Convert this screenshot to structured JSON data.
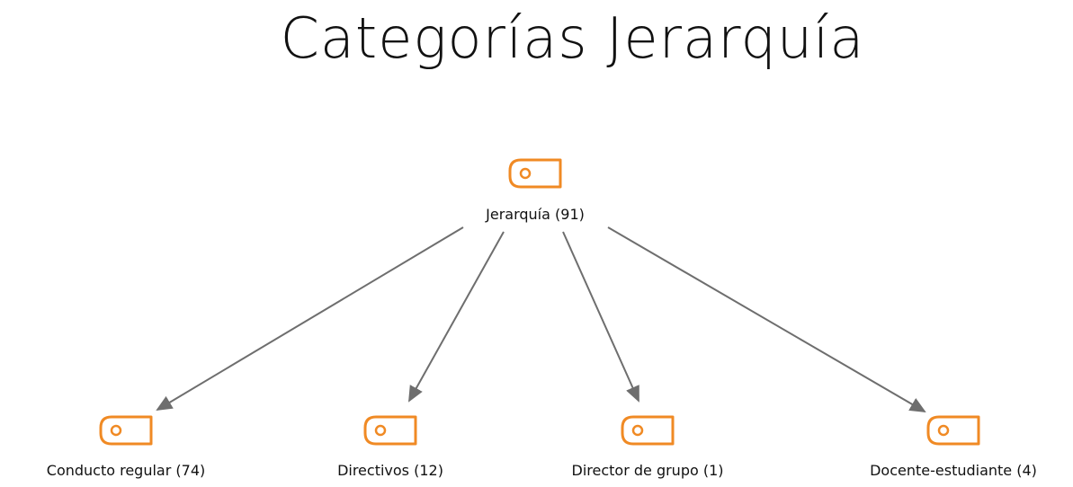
{
  "title": "Categorías Jerarquía",
  "colors": {
    "tag_icon": "#F08A24",
    "edge": "#6E6E6E",
    "text": "#111111"
  },
  "root": {
    "label": "Jerarquía (91)",
    "icon": "tag-icon"
  },
  "children": [
    {
      "label": "Conducto regular (74)",
      "icon": "tag-icon"
    },
    {
      "label": "Directivos (12)",
      "icon": "tag-icon"
    },
    {
      "label": "Director de grupo (1)",
      "icon": "tag-icon"
    },
    {
      "label": "Docente-estudiante (4)",
      "icon": "tag-icon"
    }
  ]
}
